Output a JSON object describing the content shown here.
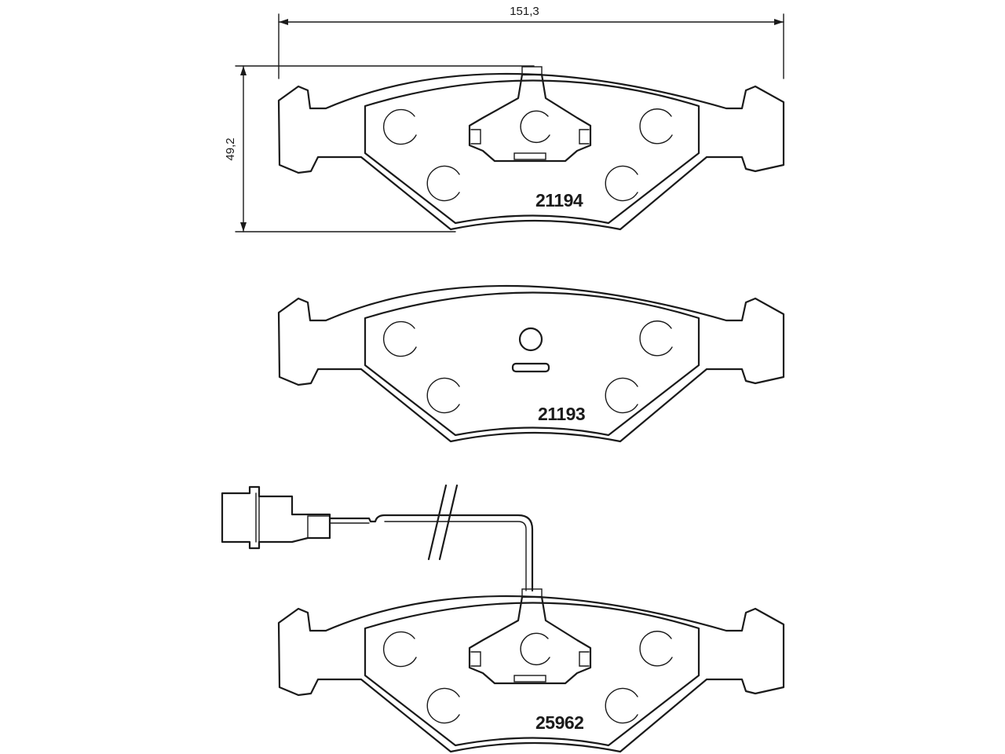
{
  "dimensions": {
    "width_label": "151,3",
    "height_label": "49,2"
  },
  "pads": [
    {
      "part_number": "21194",
      "feature": "spring-clip"
    },
    {
      "part_number": "21193",
      "feature": "pin-and-slot"
    },
    {
      "part_number": "25962",
      "feature": "spring-clip-with-wear-sensor"
    }
  ]
}
